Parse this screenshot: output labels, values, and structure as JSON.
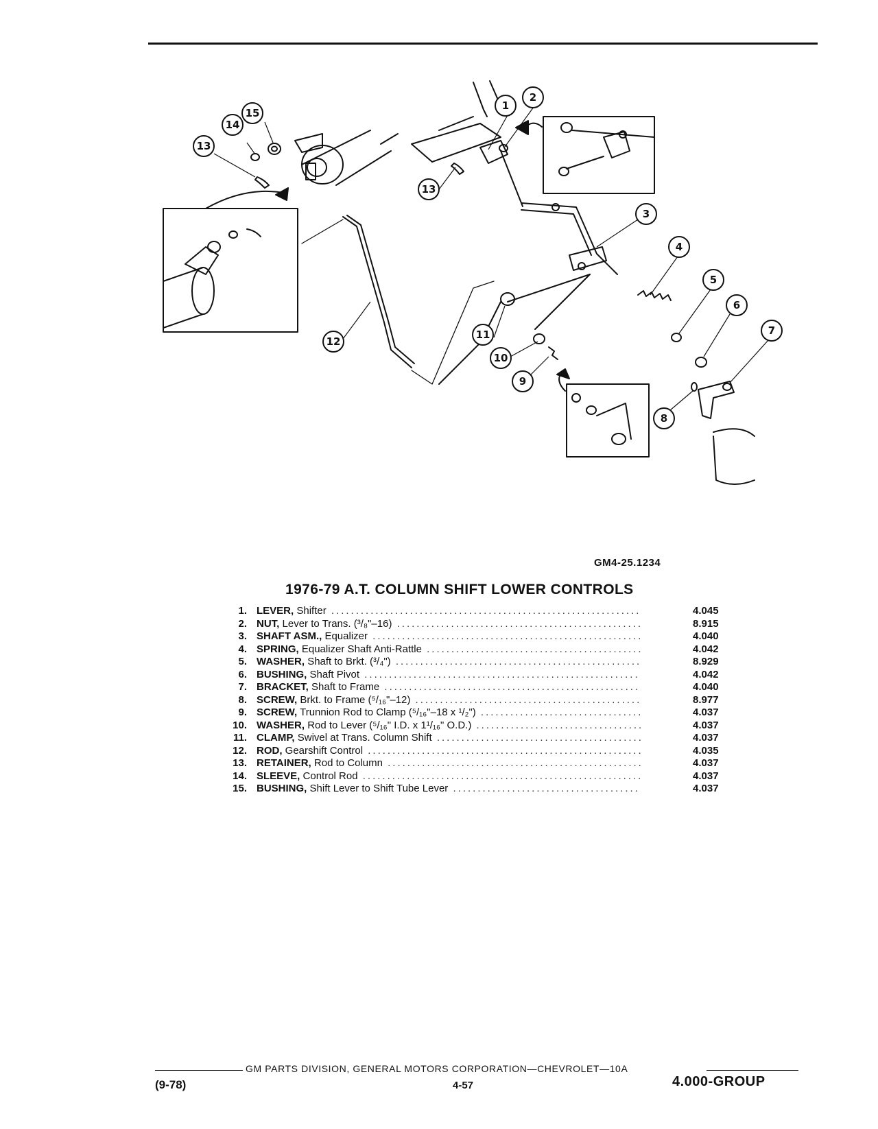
{
  "figure_code": "GM4-25.1234",
  "title": "1976-79 A.T. COLUMN SHIFT LOWER CONTROLS",
  "callouts": [
    "1",
    "2",
    "3",
    "4",
    "5",
    "6",
    "7",
    "8",
    "9",
    "10",
    "11",
    "12",
    "13",
    "13",
    "14",
    "15"
  ],
  "parts": [
    {
      "num": "1.",
      "name": "LEVER,",
      "desc": "Shifter",
      "code": "4.045"
    },
    {
      "num": "2.",
      "name": "NUT,",
      "desc": "Lever to Trans. (³/₈\"–16)",
      "code": "8.915"
    },
    {
      "num": "3.",
      "name": "SHAFT ASM.,",
      "desc": "Equalizer",
      "code": "4.040"
    },
    {
      "num": "4.",
      "name": "SPRING,",
      "desc": "Equalizer Shaft Anti-Rattle",
      "code": "4.042"
    },
    {
      "num": "5.",
      "name": "WASHER,",
      "desc": "Shaft to Brkt. (³/₄\")",
      "code": "8.929"
    },
    {
      "num": "6.",
      "name": "BUSHING,",
      "desc": "Shaft Pivot",
      "code": "4.042"
    },
    {
      "num": "7.",
      "name": "BRACKET,",
      "desc": "Shaft to Frame",
      "code": "4.040"
    },
    {
      "num": "8.",
      "name": "SCREW,",
      "desc": "Brkt. to Frame (⁵/₁₆\"–12)",
      "code": "8.977"
    },
    {
      "num": "9.",
      "name": "SCREW,",
      "desc": "Trunnion Rod to Clamp (⁵/₁₆\"–18 x ¹/₂\")",
      "code": "4.037"
    },
    {
      "num": "10.",
      "name": "WASHER,",
      "desc": "Rod to Lever (⁵/₁₆\" I.D. x 1¹/₁₆\" O.D.)",
      "code": "4.037"
    },
    {
      "num": "11.",
      "name": "CLAMP,",
      "desc": "Swivel at Trans. Column Shift",
      "code": "4.037"
    },
    {
      "num": "12.",
      "name": "ROD,",
      "desc": "Gearshift Control",
      "code": "4.035"
    },
    {
      "num": "13.",
      "name": "RETAINER,",
      "desc": "Rod to Column",
      "code": "4.037"
    },
    {
      "num": "14.",
      "name": "SLEEVE,",
      "desc": "Control Rod",
      "code": "4.037"
    },
    {
      "num": "15.",
      "name": "BUSHING,",
      "desc": "Shift Lever to Shift Tube Lever",
      "code": "4.037"
    }
  ],
  "footer": {
    "text": "GM PARTS DIVISION, GENERAL MOTORS CORPORATION—CHEVROLET—10A",
    "revision": "(9-78)",
    "page": "4-57",
    "group": "4.000-GROUP"
  }
}
